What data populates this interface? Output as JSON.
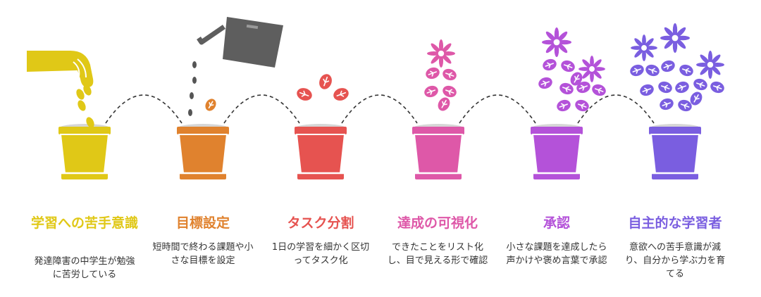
{
  "steps": [
    {
      "title": "学習への苦手意識",
      "description": "発達障害の中学生が勉強に苦労している",
      "color": "#E0C817",
      "stage": "seeds"
    },
    {
      "title": "目標設定",
      "description": "短時間で終わる課題や小さな目標を設定",
      "color": "#E0822E",
      "stage": "watering"
    },
    {
      "title": "タスク分割",
      "description": "1日の学習を細かく区切ってタスク化",
      "color": "#E65350",
      "stage": "sprout"
    },
    {
      "title": "達成の可視化",
      "description": "できたことをリスト化し、目で見える形で確認",
      "color": "#DE58A8",
      "stage": "bud"
    },
    {
      "title": "承認",
      "description": "小さな課題を達成したら声かけや褒め言葉で承認",
      "color": "#B452D9",
      "stage": "bloom"
    },
    {
      "title": "自主的な学習者",
      "description": "意欲への苦手意識が減り、自分から学ぶ力を育てる",
      "color": "#7A5EE0",
      "stage": "full-bloom"
    }
  ],
  "colors": {
    "soil": "#D6D6D6",
    "can": "#5E5E5E",
    "connector": "#333333",
    "water": "#555555"
  },
  "icons": [
    "hand-icon",
    "watering-can-icon",
    "leaf-icon",
    "flower-icon",
    "pot-icon"
  ]
}
